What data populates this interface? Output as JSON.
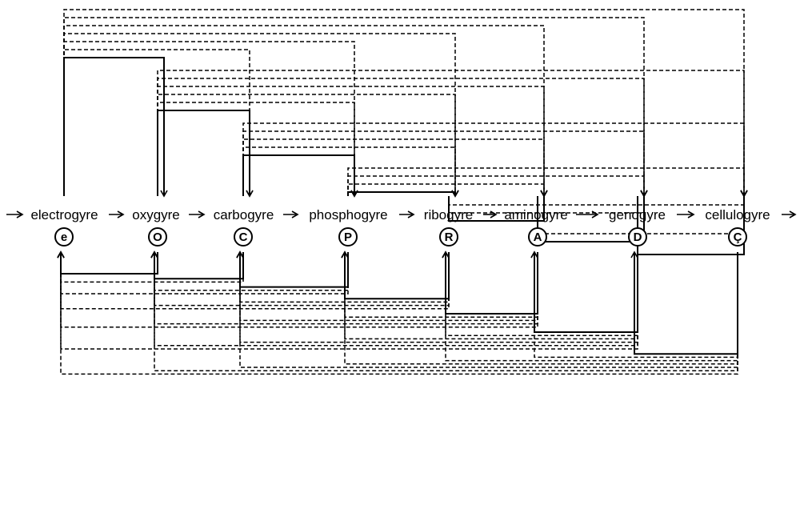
{
  "nodes": [
    {
      "id": "e",
      "label": "electrogyre",
      "badge": "e"
    },
    {
      "id": "O",
      "label": "oxygyre",
      "badge": "O"
    },
    {
      "id": "C",
      "label": "carbogyre",
      "badge": "C"
    },
    {
      "id": "P",
      "label": "phosphogyre",
      "badge": "P"
    },
    {
      "id": "R",
      "label": "ribogyre",
      "badge": "R"
    },
    {
      "id": "A",
      "label": "aminogyre",
      "badge": "A"
    },
    {
      "id": "D",
      "label": "genogyre",
      "badge": "D"
    },
    {
      "id": "Cc",
      "label": "cellulogyre",
      "badge": "Ç"
    }
  ],
  "line_styles": {
    "solid": "adjacent node link",
    "dashed": "non-adjacent node link"
  }
}
